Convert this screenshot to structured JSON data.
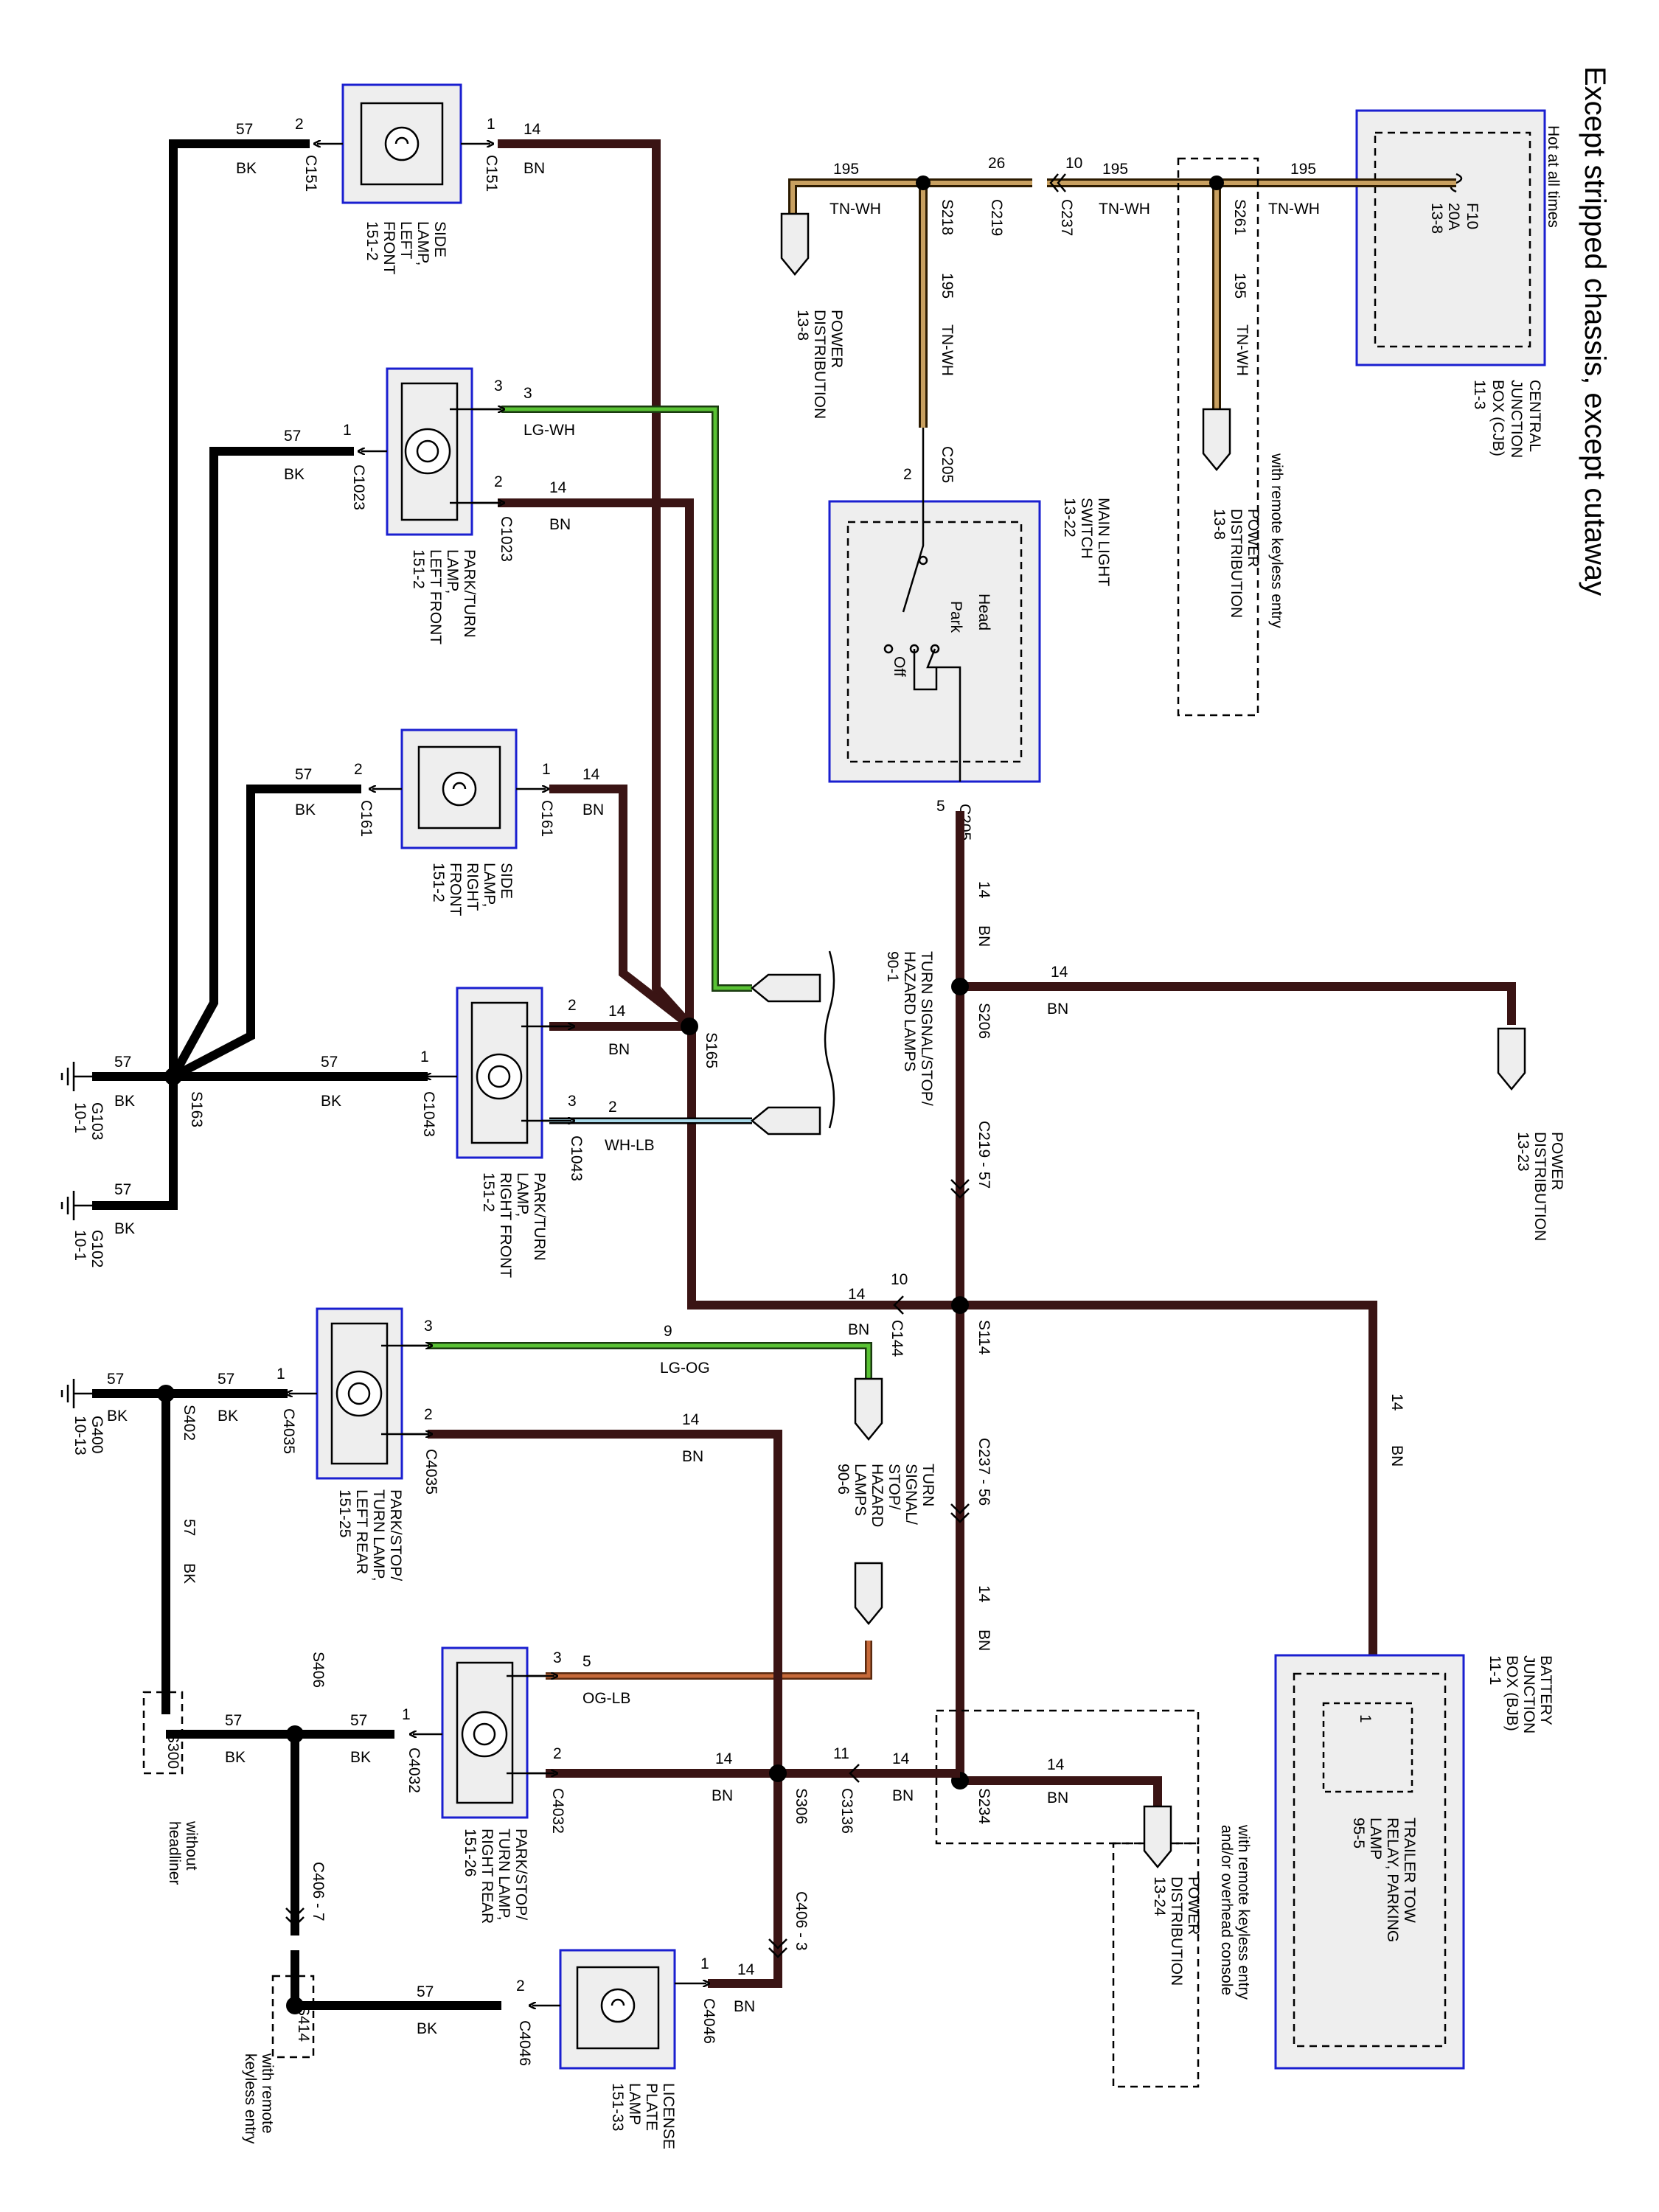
{
  "title": "Except stripped chassis, except cutaway",
  "hot_label": "Hot at all times",
  "components": {
    "cjb": [
      "CENTRAL",
      "JUNCTION",
      "BOX (CJB)",
      "11-3"
    ],
    "fuse": [
      "F10",
      "20A",
      "13-8"
    ],
    "bjb": [
      "BATTERY",
      "JUNCTION",
      "BOX (BJB)",
      "11-1"
    ],
    "relay": [
      "TRAILER TOW",
      "RELAY, PARKING",
      "LAMP",
      "95-5"
    ],
    "relay_pin": "1",
    "main_light_switch": [
      "MAIN LIGHT",
      "SWITCH",
      "13-22"
    ],
    "switch_positions": {
      "head": "Head",
      "park": "Park",
      "off": "Off"
    },
    "side_lamp_lf": [
      "SIDE",
      "LAMP,",
      "LEFT",
      "FRONT",
      "151-2"
    ],
    "park_turn_lf": [
      "PARK/TURN",
      "LAMP,",
      "LEFT FRONT",
      "151-2"
    ],
    "side_lamp_rf": [
      "SIDE",
      "LAMP,",
      "RIGHT",
      "FRONT",
      "151-2"
    ],
    "park_turn_rf": [
      "PARK/TURN",
      "LAMP,",
      "RIGHT FRONT",
      "151-2"
    ],
    "pst_lr": [
      "PARK/STOP/",
      "TURN LAMP,",
      "LEFT REAR",
      "151-25"
    ],
    "pst_rr": [
      "PARK/STOP/",
      "TURN LAMP,",
      "RIGHT REAR",
      "151-26"
    ],
    "license": [
      "LICENSE",
      "PLATE",
      "LAMP",
      "151-33"
    ]
  },
  "references": {
    "pd_13_8_a": [
      "POWER",
      "DISTRIBUTION",
      "13-8"
    ],
    "pd_13_8_b": [
      "POWER",
      "DISTRIBUTION",
      "13-8"
    ],
    "pd_13_23": [
      "POWER",
      "DISTRIBUTION",
      "13-23"
    ],
    "pd_13_24": [
      "POWER",
      "DISTRIBUTION",
      "13-24"
    ],
    "turn_90_1": [
      "TURN SIGNAL/STOP/",
      "HAZARD LAMPS",
      "90-1"
    ],
    "turn_90_6": [
      "TURN",
      "SIGNAL/",
      "STOP/",
      "HAZARD",
      "LAMPS",
      "90-6"
    ]
  },
  "notes": {
    "rke": "with remote keyless entry",
    "rke_console": [
      "with remote keyless entry",
      "and/or overhead console"
    ],
    "no_headliner": [
      "without",
      "headliner"
    ],
    "rke_s414": [
      "with remote",
      "keyless entry"
    ]
  },
  "splices": {
    "s218": "S218",
    "s261": "S261",
    "s206": "S206",
    "s165": "S165",
    "s163": "S163",
    "s114": "S114",
    "s402": "S402",
    "s406": "S406",
    "s300": "S300",
    "s306": "S306",
    "s234": "S234",
    "s414": "S414"
  },
  "grounds": {
    "g103": [
      "G103",
      "10-1"
    ],
    "g102": [
      "G102",
      "10-1"
    ],
    "g400": [
      "G400",
      "10-13"
    ]
  },
  "connectors": {
    "c151": "C151",
    "c1023": "C1023",
    "c161": "C161",
    "c1043": "C1043",
    "c205": "C205",
    "c219": "C219",
    "c237": "C237",
    "c144": "C144",
    "c4035": "C4035",
    "c4032": "C4032",
    "c4046": "C4046",
    "c3136": "C3136",
    "c219_57": "C219 - 57",
    "c237_56": "C237 - 56",
    "c406_7": "C406 - 7",
    "c406_3": "C406 - 3"
  },
  "pins": {
    "p1": "1",
    "p2": "2",
    "p3": "3",
    "p5": "5",
    "p9": "9",
    "p10": "10",
    "p11": "11",
    "p26": "26"
  },
  "circuits": {
    "bk57": "57",
    "bk": "BK",
    "bn14": "14",
    "bn": "BN",
    "tnwh195": "195",
    "tnwh": "TN-WH",
    "lgwh3": "3",
    "lgwh": "LG-WH",
    "whlb2": "2",
    "whlb": "WH-LB",
    "lgog9": "9",
    "lgog": "LG-OG",
    "oglb5": "5",
    "oglb": "OG-LB"
  },
  "colors": {
    "bn": "#3a1414",
    "bk": "#000000",
    "tn": "#c8a060",
    "lg": "#59c234",
    "og": "#c76a3a",
    "lb": "#a8d8e8",
    "component_border": "#1a1fd0",
    "component_fill": "#eeeeee"
  }
}
